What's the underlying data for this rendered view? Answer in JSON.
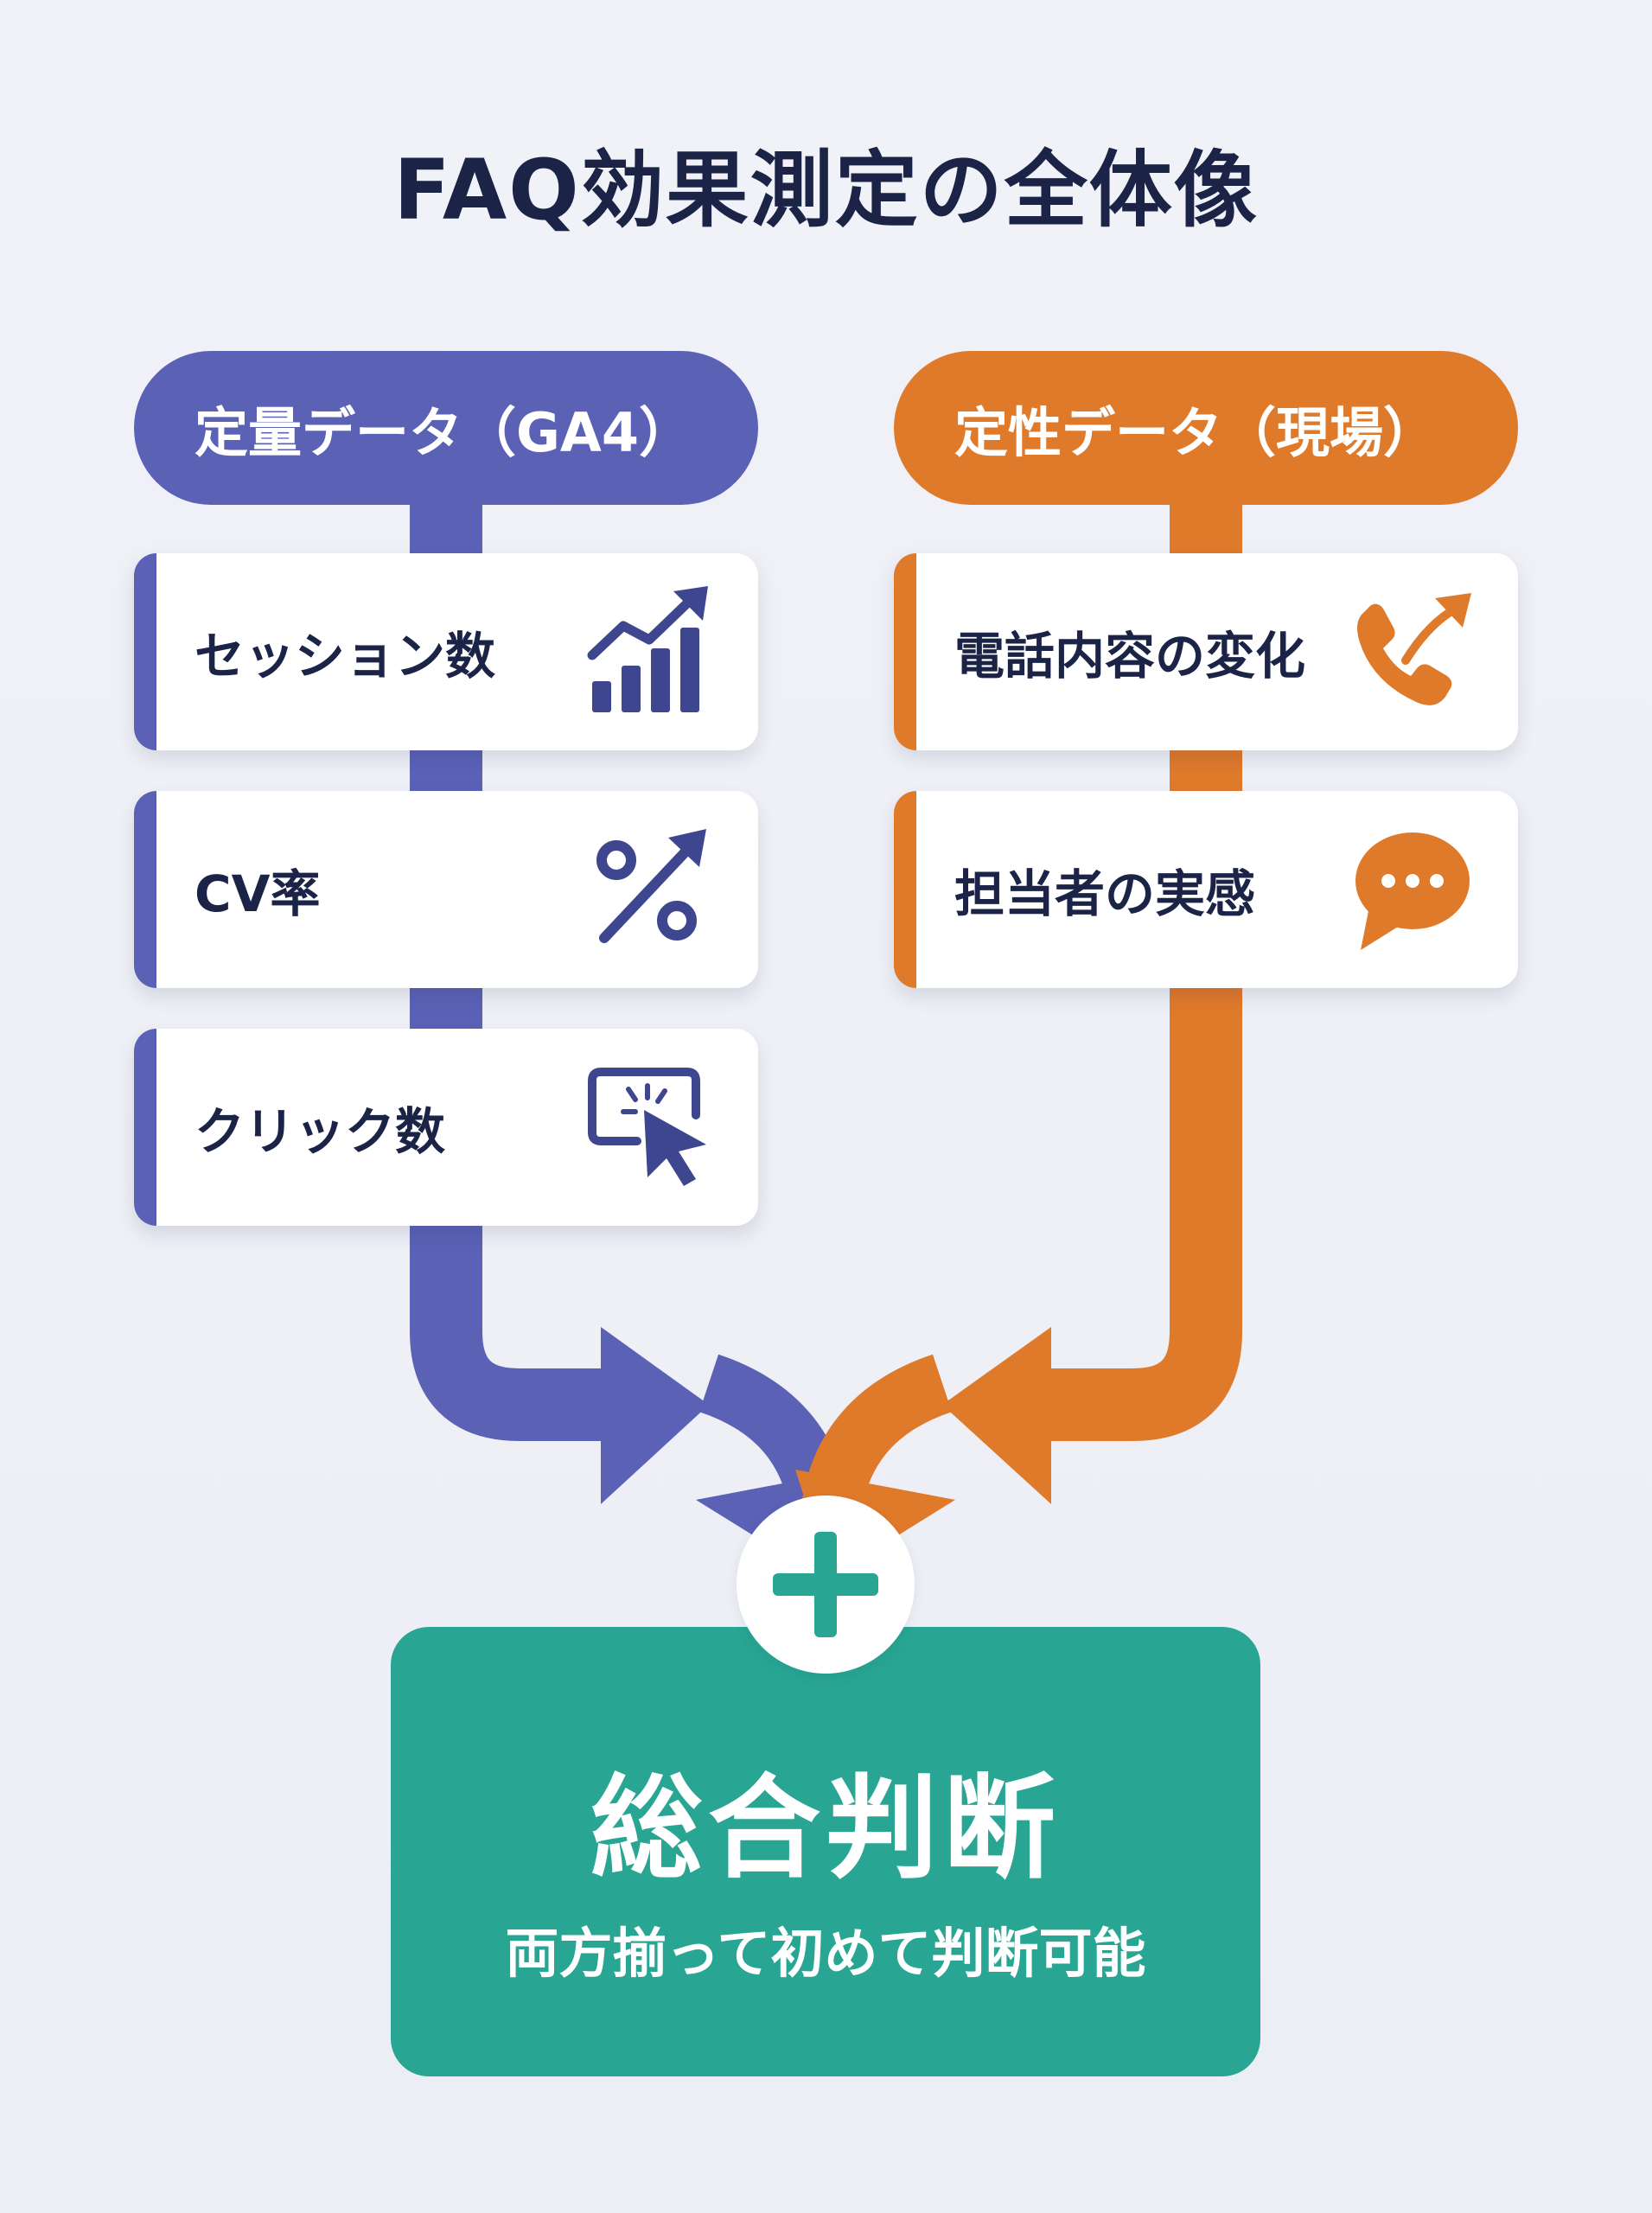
{
  "title": "FAQ効果測定の全体像",
  "colors": {
    "quantitative": "#5b62b6",
    "qualitative": "#e07a2b",
    "result": "#28a693",
    "text": "#1b2447"
  },
  "quantitative": {
    "header": "定量データ（GA4）",
    "items": [
      {
        "label": "セッション数",
        "icon": "bar-chart-up-icon"
      },
      {
        "label": "CV率",
        "icon": "percent-up-icon"
      },
      {
        "label": "クリック数",
        "icon": "cursor-click-icon"
      }
    ]
  },
  "qualitative": {
    "header": "定性データ（現場）",
    "items": [
      {
        "label": "電話内容の変化",
        "icon": "phone-arrow-icon"
      },
      {
        "label": "担当者の実感",
        "icon": "speech-bubble-icon"
      }
    ]
  },
  "combine_icon": "plus-icon",
  "result": {
    "title": "総合判断",
    "subtitle": "両方揃って初めて判断可能"
  }
}
